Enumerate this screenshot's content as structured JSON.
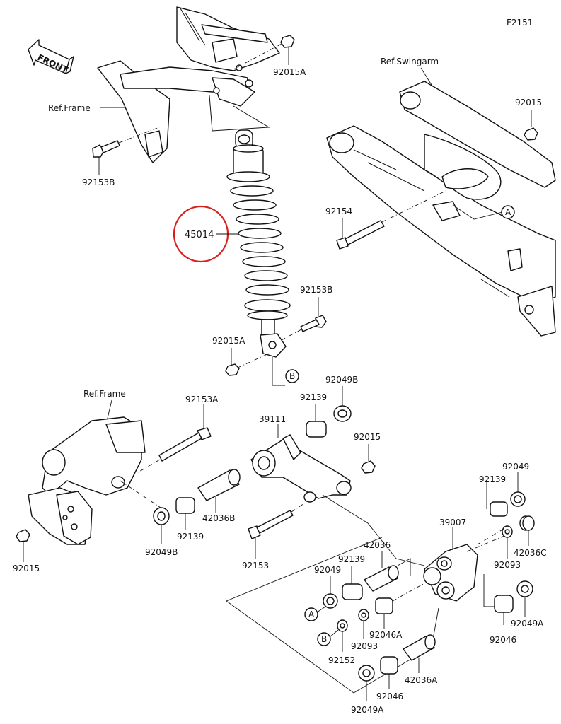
{
  "diagram_code": "F2151",
  "front_marker": "FRONT",
  "highlight_color": "#d91e1e",
  "refs": {
    "frame_top": "Ref.Frame",
    "frame_bottom": "Ref.Frame",
    "swingarm": "Ref.Swingarm"
  },
  "callouts": {
    "a1": "A",
    "b1": "B",
    "a2": "A",
    "b2": "B"
  },
  "parts": {
    "p45014": "45014",
    "p92015A_top": "92015A",
    "p92153B_left": "92153B",
    "p92015_right": "92015",
    "p92154": "92154",
    "p92153B_mid": "92153B",
    "p92015A_mid": "92015A",
    "p92153A": "92153A",
    "p39111": "39111",
    "p92139_top": "92139",
    "p92049B_top": "92049B",
    "p92015_link": "92015",
    "p42036B": "42036B",
    "p92139_left": "92139",
    "p92049B_left": "92049B",
    "p92153": "92153",
    "p92015_left": "92015",
    "p92049_right": "92049",
    "p92139_right": "92139",
    "p39007": "39007",
    "p42036C": "42036C",
    "p92093_right": "92093",
    "p42036": "42036",
    "p92139_mid": "92139",
    "p92049_mid": "92049",
    "p92046A": "92046A",
    "p92093_mid": "92093",
    "p92152": "92152",
    "p92046_right": "92046",
    "p92049A_right": "92049A",
    "p42036A": "42036A",
    "p92046_bottom": "92046",
    "p92049A_bottom": "92049A"
  }
}
